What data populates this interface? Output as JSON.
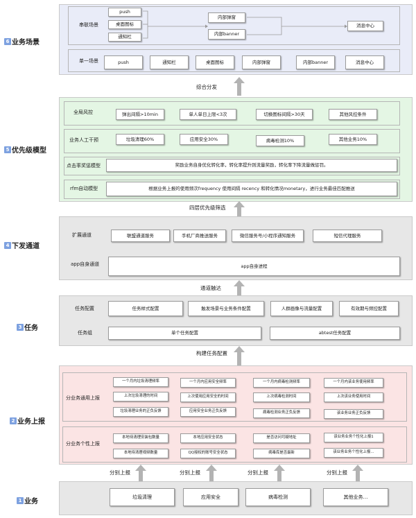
{
  "colors": {
    "scenario_bg": "#e9ecf8",
    "priority_bg": "#e4f6e4",
    "channel_bg": "#e7e7e7",
    "task_bg": "#e7e7e7",
    "report_bg": "#fbe4e4",
    "business_bg": "#e7e7e7",
    "badge": "#7da1e0",
    "arrow": "#b3b3b3"
  },
  "layers": {
    "scenario": {
      "badge": "6",
      "title": "业务场景",
      "linked": {
        "label": "串联场景",
        "sources": [
          "push",
          "桌面图标",
          "通知栏"
        ],
        "middle": [
          "内部弹窗",
          "内部banner"
        ],
        "target": "消息中心"
      },
      "single": {
        "label": "单一场景",
        "items": [
          "push",
          "通知栏",
          "桌面图标",
          "内部弹窗",
          "内部banner",
          "消息中心"
        ]
      }
    },
    "connector_1": "综合分发",
    "priority": {
      "badge": "5",
      "title": "优先级模型",
      "global": {
        "label": "全局风控",
        "items": [
          "弹出间隔>10min",
          "单人单日上限<3次",
          "切换图标间隔>30天",
          "其他风控条件"
        ]
      },
      "manual": {
        "label": "业务人工干预",
        "items": [
          "垃圾清理60%",
          "应用安全30%",
          "病毒检测10%",
          "其他业务10%"
        ]
      },
      "reward": {
        "label": "点击率奖惩模型",
        "text": "奖励业务自身优化转化率，转化率提升则流量奖励，转化率下降流量做惩罚。"
      },
      "rfm": {
        "label": "rfm自动模型",
        "text": "根据业务上报的使用频次frequency 使用间隔 recency 和转化情况monetary，进行业务最佳匹配推送"
      }
    },
    "connector_2": "四层优先级筛选",
    "channel": {
      "badge": "4",
      "title": "下发通道",
      "extend": {
        "label": "扩展通道",
        "items": [
          "联盟通道服务",
          "手机厂商推送服务",
          "微信服务号/小程序通知服务",
          "短信代理服务"
        ]
      },
      "app": {
        "label": "app自身通道",
        "text": "app自身进程"
      }
    },
    "connector_3": "通道触达",
    "task": {
      "badge": "3",
      "title": "任务",
      "config": {
        "label": "任务配置",
        "items": [
          "任务样式配置",
          "触发场景与业务条件配置",
          "人群画像与流量配置",
          "有效期与频控配置"
        ]
      },
      "group": {
        "label": "任务组",
        "items": [
          "单个任务配置",
          "abtest任务配置"
        ]
      }
    },
    "connector_4": "构建任务配置",
    "report": {
      "badge": "2",
      "title": "业务上报",
      "general": {
        "label": "分业务通用上报",
        "rows": [
          [
            "一个月内垃圾清理频率",
            "一个月内应用安全频率",
            "一个月内病毒检测频率",
            "一个月内该业务使用频率"
          ],
          [
            "上次垃圾清理的时间",
            "上次使用应用安全的时间",
            "上次病毒检测时间",
            "上次该业务使用时间"
          ],
          [
            "垃圾清理业务的正负反馈",
            "应用安全业务正负反馈",
            "病毒检测业务正负反馈",
            "该业务业务正负反馈"
          ]
        ]
      },
      "personal": {
        "label": "分业务个性上报",
        "rows": [
          [
            "本地待清理安装包数量",
            "本地应用安全状态",
            "是否访问可疑地址",
            "该业务业务个性化上报1"
          ],
          [
            "本地待清理视频数量",
            "QQ授权的账号安全状态",
            "病毒库是否最新",
            "该业务业务个性化上报…"
          ]
        ]
      }
    },
    "connector_5": [
      "分别上报",
      "分别上报",
      "分别上报",
      "分别上报"
    ],
    "business": {
      "badge": "1",
      "title": "业务",
      "items": [
        "垃圾清理",
        "应用安全",
        "病毒检测",
        "其他业务…"
      ]
    }
  }
}
